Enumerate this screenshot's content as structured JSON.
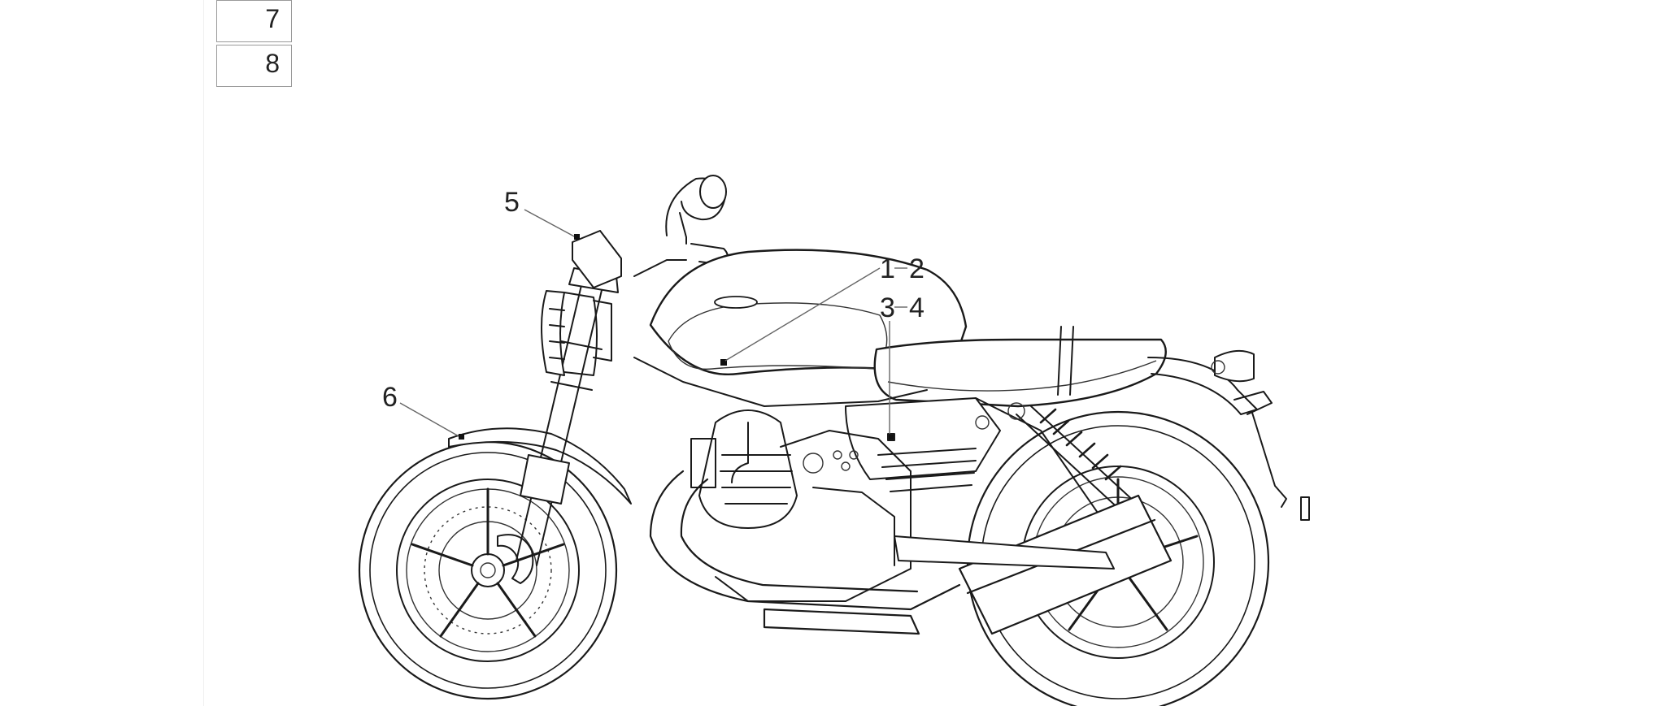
{
  "reference_boxes": [
    {
      "id": "box-7",
      "label": "7"
    },
    {
      "id": "box-8",
      "label": "8"
    }
  ],
  "callouts": {
    "c5": "5",
    "c12a": "1",
    "c12b": "2",
    "c34a": "3",
    "c34b": "4",
    "c6": "6"
  },
  "colors": {
    "line": "#1a1a1a",
    "leader": "#666666",
    "box_border": "#9a9a9a"
  }
}
